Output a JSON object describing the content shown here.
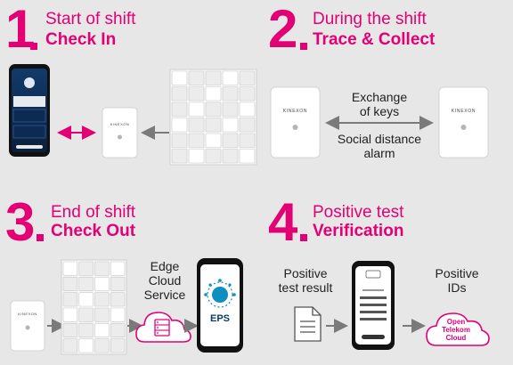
{
  "steps": [
    {
      "number": "1",
      "title": "Start of shift",
      "subtitle": "Check In"
    },
    {
      "number": "2",
      "title": "During the shift",
      "subtitle": "Trace & Collect"
    },
    {
      "number": "3",
      "title": "End of shift",
      "subtitle": "Check Out"
    },
    {
      "number": "4",
      "title": "Positive test",
      "subtitle": "Verification"
    }
  ],
  "step2": {
    "exchange_line1": "Exchange",
    "exchange_line2": "of keys",
    "alarm_line1": "Social distance",
    "alarm_line2": "alarm"
  },
  "step3": {
    "edge_line1": "Edge",
    "edge_line2": "Cloud",
    "edge_line3": "Service",
    "eps_label": "EPS"
  },
  "step4": {
    "positive_line1": "Positive",
    "positive_line2": "test result",
    "ids_line1": "Positive",
    "ids_line2": "IDs",
    "cloud_line1": "Open",
    "cloud_line2": "Telekom",
    "cloud_line3": "Cloud"
  },
  "device_brand": "KINEXON",
  "colors": {
    "accent": "#e20074",
    "background": "#e7e7e7",
    "device": "#ffffff",
    "arrow": "#7a7a7a"
  }
}
